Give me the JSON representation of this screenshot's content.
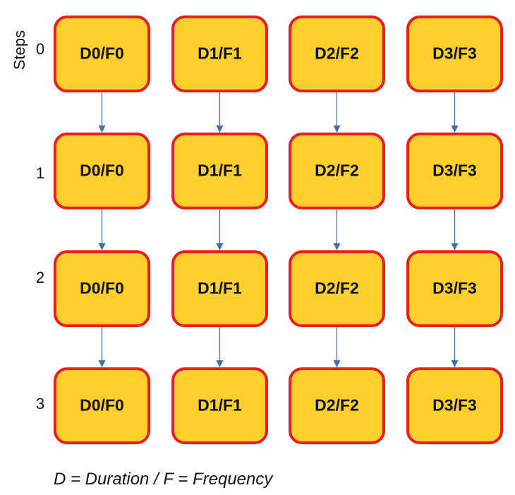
{
  "axis_title": "Steps",
  "steps": [
    "0",
    "1",
    "2",
    "3"
  ],
  "grid": [
    [
      "D0/F0",
      "D1/F1",
      "D2/F2",
      "D3/F3"
    ],
    [
      "D0/F0",
      "D1/F1",
      "D2/F2",
      "D3/F3"
    ],
    [
      "D0/F0",
      "D1/F1",
      "D2/F2",
      "D3/F3"
    ],
    [
      "D0/F0",
      "D1/F1",
      "D2/F2",
      "D3/F3"
    ]
  ],
  "legend": "D = Duration / F = Frequency",
  "colors": {
    "node_fill": "#fccf2e",
    "node_border": "#ee1c1c",
    "arrow": "#3a6fb0"
  }
}
